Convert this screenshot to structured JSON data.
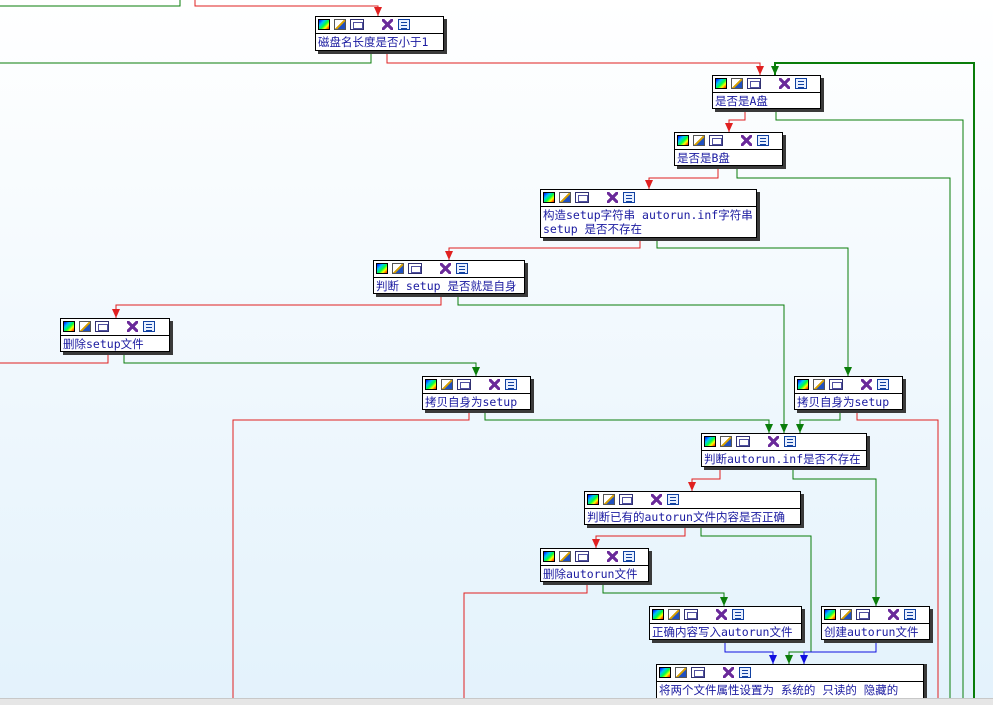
{
  "colors": {
    "true_edge": "#e02020",
    "false_edge": "#0a7d0a",
    "merge_edge": "#1010e0",
    "node_text": "#1a1aa0",
    "background": "#eef7fd"
  },
  "node_toolbar_icons": [
    "color-palette-icon",
    "rename-icon",
    "graph-overview-icon",
    "collapse-tree-icon",
    "text-view-icon"
  ],
  "nodes": [
    {
      "id": "n1",
      "name": "node-disk-name-length",
      "text": "磁盘名长度是否小于1"
    },
    {
      "id": "n2",
      "name": "node-is-a-drive",
      "text": "是否是A盘"
    },
    {
      "id": "n3",
      "name": "node-is-b-drive",
      "text": "是否是B盘"
    },
    {
      "id": "n4",
      "name": "node-build-strings",
      "text": "构造setup字符串 autorun.inf字符串\nsetup 是否不存在"
    },
    {
      "id": "n5",
      "name": "node-setup-is-self",
      "text": "判断 setup 是否就是自身"
    },
    {
      "id": "n6",
      "name": "node-delete-setup",
      "text": "删除setup文件"
    },
    {
      "id": "n7",
      "name": "node-copy-self-setup-left",
      "text": "拷贝自身为setup"
    },
    {
      "id": "n8",
      "name": "node-copy-self-setup-right",
      "text": "拷贝自身为setup"
    },
    {
      "id": "n9",
      "name": "node-autorun-not-exist",
      "text": "判断autorun.inf是否不存在"
    },
    {
      "id": "n10",
      "name": "node-check-autorun-content",
      "text": "判断已有的autorun文件内容是否正确"
    },
    {
      "id": "n11",
      "name": "node-delete-autorun",
      "text": "删除autorun文件"
    },
    {
      "id": "n12",
      "name": "node-write-content",
      "text": "正确内容写入autorun文件"
    },
    {
      "id": "n13",
      "name": "node-create-autorun",
      "text": "创建autorun文件"
    },
    {
      "id": "n14",
      "name": "node-set-attributes",
      "text": "将两个文件属性设置为 系统的 只读的 隐藏的"
    }
  ]
}
